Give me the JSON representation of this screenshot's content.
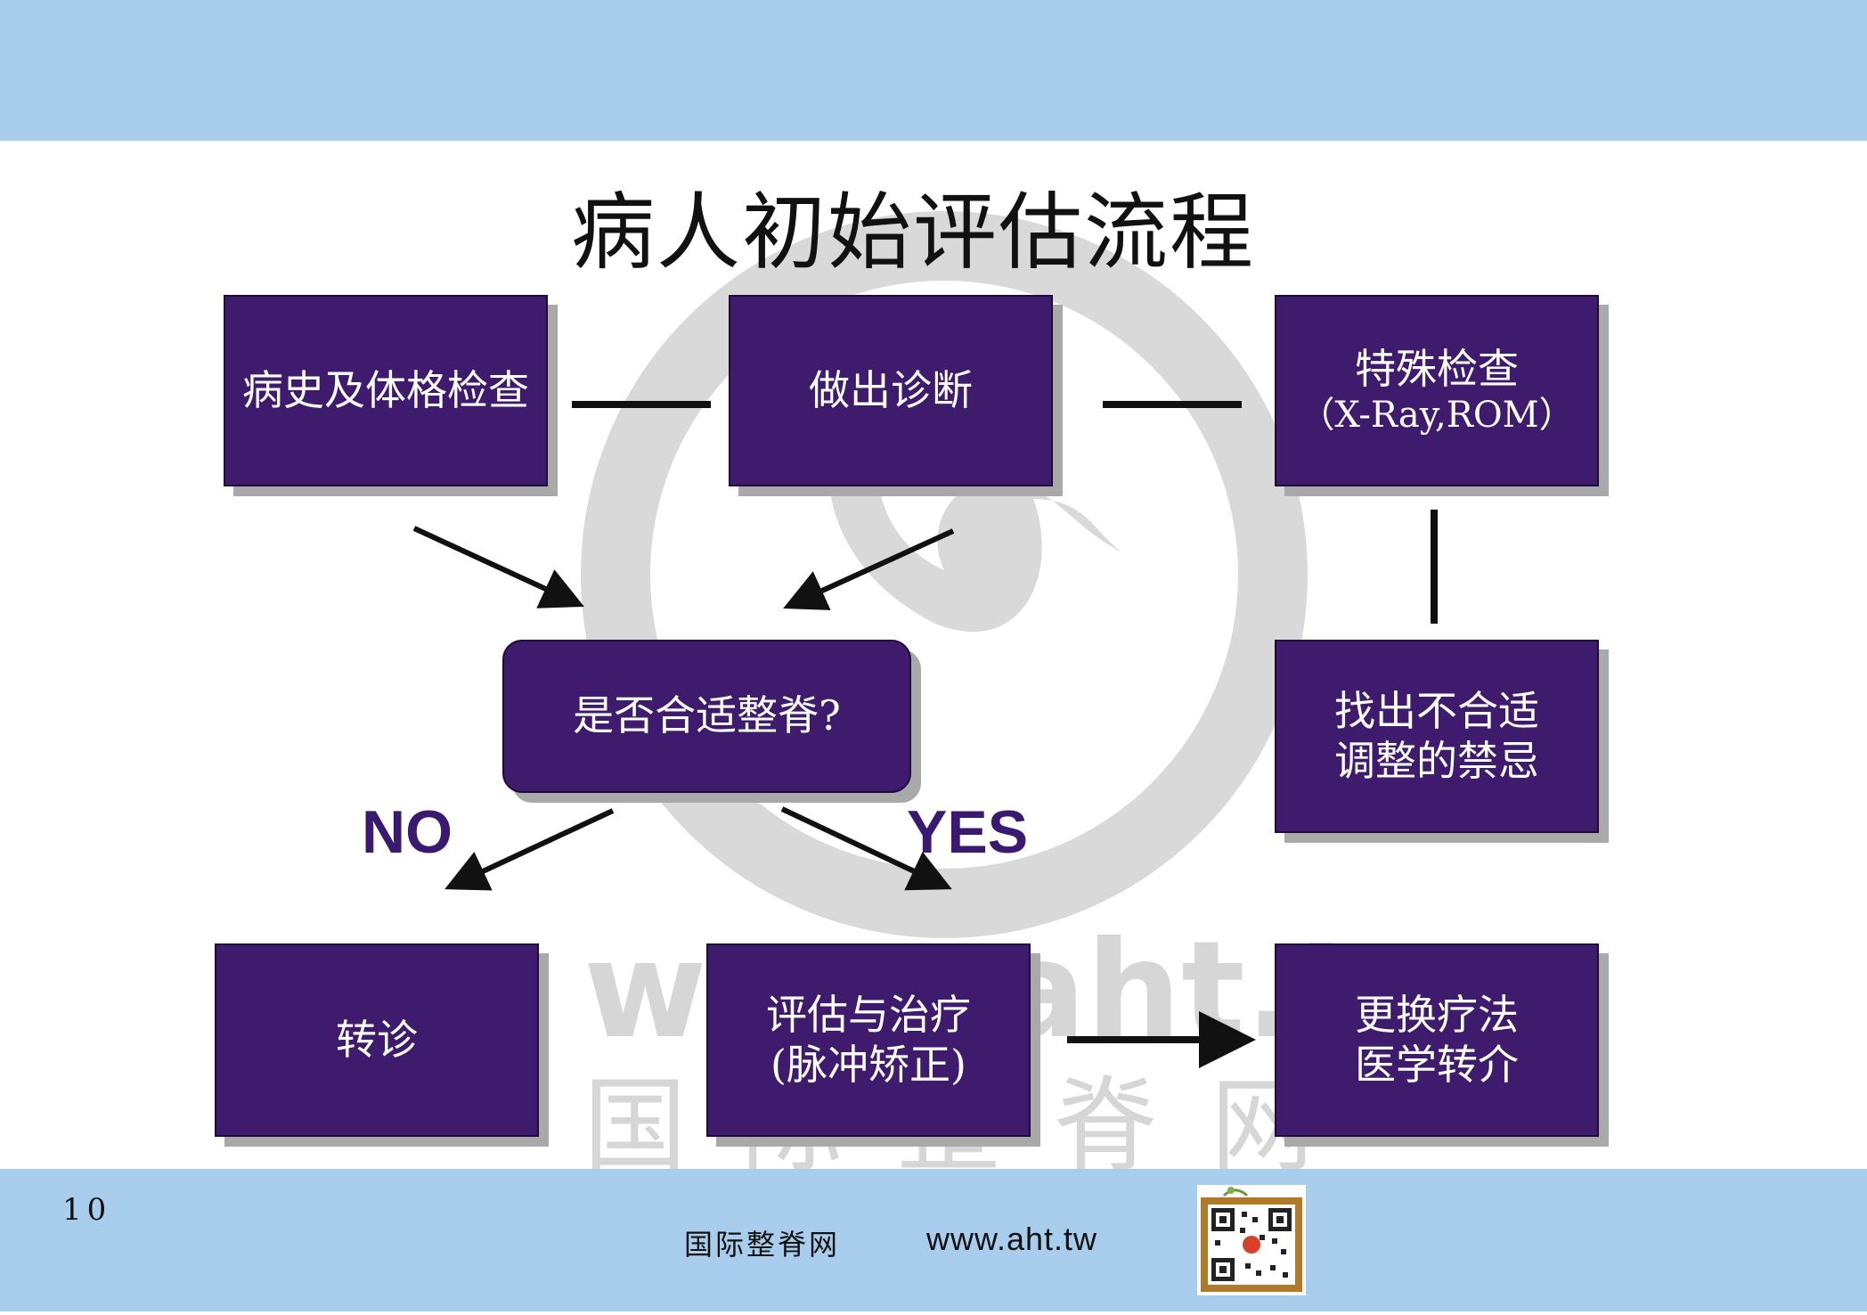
{
  "slide": {
    "title": "病人初始评估流程",
    "page_number": "10"
  },
  "watermark": {
    "url_text": "www.aht.tw",
    "site_text": "国际整脊网"
  },
  "boxes": {
    "history_exam": "病史及体格检查",
    "diagnosis": "做出诊断",
    "special_exam_line1": "特殊检查",
    "special_exam_line2": "（X-Ray,ROM）",
    "suitable_question": "是否合适整脊?",
    "contraindication_line1": "找出不合适",
    "contraindication_line2": "调整的禁忌",
    "referral": "转诊",
    "evaluate_treat_line1": "评估与治疗",
    "evaluate_treat_line2": "(脉冲矫正)",
    "change_therapy_line1": "更换疗法",
    "change_therapy_line2": "医学转介"
  },
  "labels": {
    "no": "NO",
    "yes": "YES"
  },
  "footer": {
    "site_name": "国际整脊网",
    "url": "www.aht.tw"
  },
  "colors": {
    "band": "#a9cdec",
    "box_fill": "#3f1b6e",
    "label_color": "#3a1a70"
  }
}
